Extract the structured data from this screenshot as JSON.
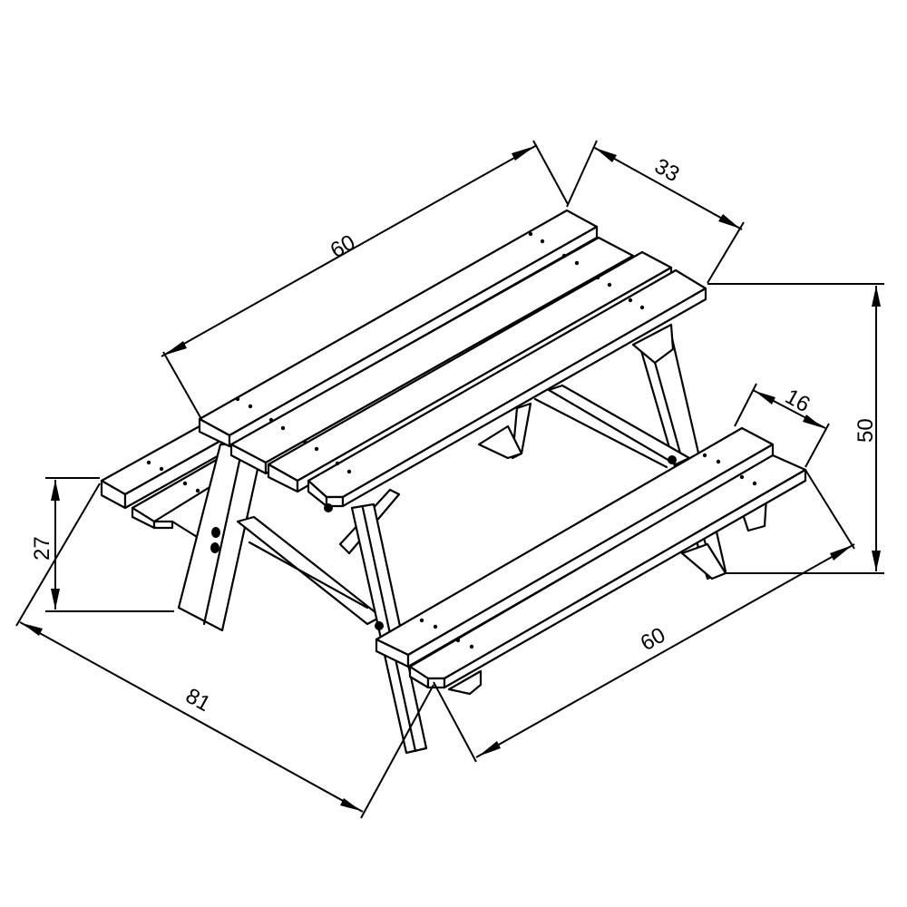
{
  "drawing": {
    "subject": "Children's picnic table with attached benches (isometric line drawing)",
    "line_color": "#000000",
    "background": "#ffffff"
  },
  "dimensions": {
    "table_length": {
      "label": "60",
      "description": "Tabletop length"
    },
    "table_width": {
      "label": "33",
      "description": "Tabletop width"
    },
    "table_height": {
      "label": "50",
      "description": "Overall table height"
    },
    "bench_width": {
      "label": "16",
      "description": "Bench seat width"
    },
    "bench_length": {
      "label": "60",
      "description": "Bench length"
    },
    "bench_height": {
      "label": "27",
      "description": "Bench seat height"
    },
    "overall_depth": {
      "label": "81",
      "description": "Overall depth including benches"
    }
  },
  "parts": {
    "tabletop_planks": 4,
    "bench_planks_per_side": 2,
    "bolts_visible": true
  }
}
